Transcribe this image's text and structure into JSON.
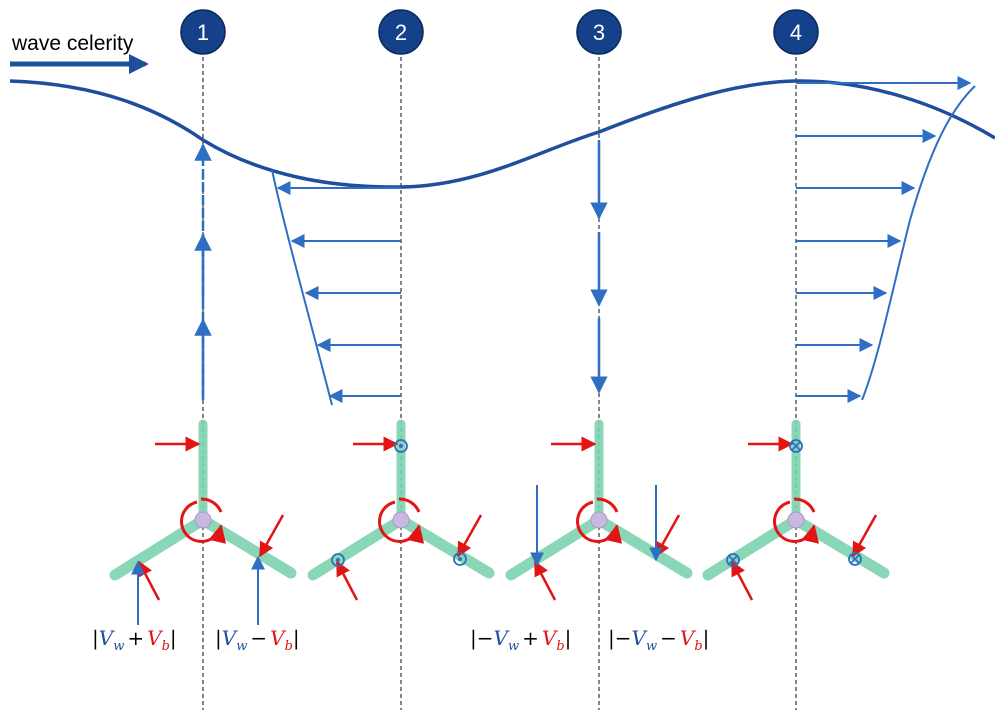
{
  "title": "wave celerity",
  "positions": [
    {
      "label": "1"
    },
    {
      "label": "2"
    },
    {
      "label": "3"
    },
    {
      "label": "4"
    }
  ],
  "formulas": [
    {
      "prefix": "",
      "w": "V",
      "w_sub": "w",
      "op": "+",
      "b": "V",
      "b_sub": "b"
    },
    {
      "prefix": "",
      "w": "V",
      "w_sub": "w",
      "op": "−",
      "b": "V",
      "b_sub": "b"
    },
    {
      "prefix": "−",
      "w": "V",
      "w_sub": "w",
      "op": "+",
      "b": "V",
      "b_sub": "b"
    },
    {
      "prefix": "−",
      "w": "V",
      "w_sub": "w",
      "op": "−",
      "b": "V",
      "b_sub": "b"
    }
  ],
  "colors": {
    "wave": "#1f4e9c",
    "velocity": "#2e6fc4",
    "circle": "#14418a",
    "blade_arrow": "#e31414",
    "blade": "#7dd3b0",
    "dashed": "#333333"
  }
}
